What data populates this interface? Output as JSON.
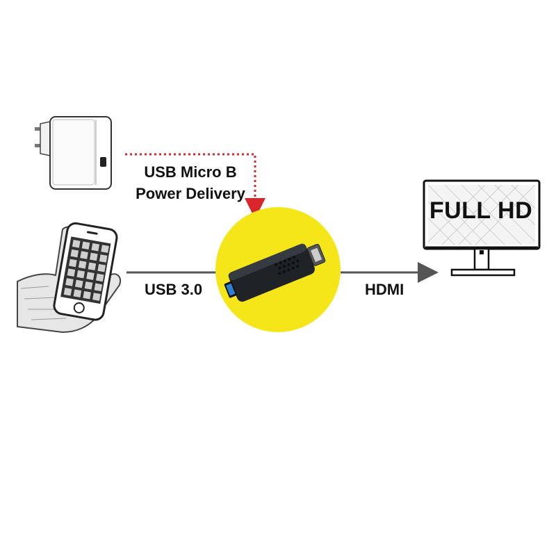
{
  "labels": {
    "power_line1": "USB Micro B",
    "power_line2": "Power Delivery",
    "usb": "USB 3.0",
    "hdmi": "HDMI",
    "screen": "FULL HD"
  },
  "icons": {
    "charger": "power-adapter-icon",
    "phone": "smartphone-in-hand-icon",
    "dongle": "hdmi-dongle-icon",
    "monitor": "monitor-icon"
  },
  "colors": {
    "highlight": "#f5e61a",
    "power_arrow": "#d9262c",
    "connector_line": "#555555",
    "dongle_body": "#1f2326",
    "usb_port": "#2a7fd1"
  }
}
